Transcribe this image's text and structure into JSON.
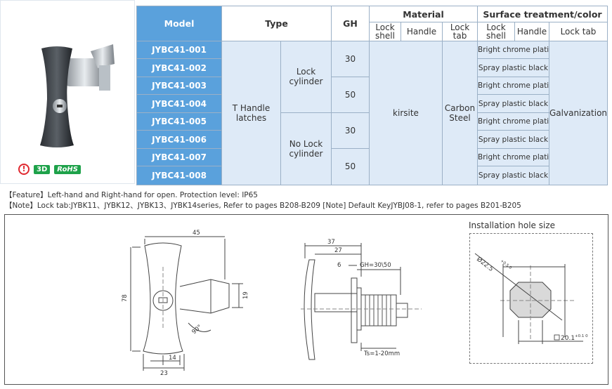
{
  "badges": {
    "warning": "!",
    "three_d": "3D",
    "rohs": "RoHS"
  },
  "table": {
    "headers": {
      "model": "Model",
      "type": "Type",
      "gh": "GH",
      "material": "Material",
      "surface": "Surface treatment/color",
      "material_sub": [
        "Lock shell",
        "Handle",
        "Lock tab"
      ],
      "surface_sub": [
        "Lock shell",
        "Handle",
        "Lock tab"
      ]
    },
    "models": [
      "JYBC41-001",
      "JYBC41-002",
      "JYBC41-003",
      "JYBC41-004",
      "JYBC41-005",
      "JYBC41-006",
      "JYBC41-007",
      "JYBC41-008"
    ],
    "type_main": "T Handle latches",
    "type_sub": [
      "Lock cylinder",
      "No Lock cylinder"
    ],
    "gh": [
      "30",
      "50",
      "30",
      "50"
    ],
    "material_shell_handle": "kirsite",
    "material_tab": "Carbon Steel",
    "finishes": [
      "Bright chrome plating",
      "Spray plastic black",
      "Bright chrome plating",
      "Spray plastic black",
      "Bright chrome plating",
      "Spray plastic black",
      "Bright chrome plating",
      "Spray plastic black"
    ],
    "lock_tab_finish": "Galvanization"
  },
  "notes": {
    "feature": "【Feature】Left-hand and Right-hand for open. Protection level: IP65",
    "note": "【Note】Lock tab:JYBK11、JYBK12、JYBK13、JYBK14series, Refer to pages B208-B209 [Note] Default KeyJYBJ08-1, refer to pages B201-B205"
  },
  "drawing": {
    "front": {
      "width": "45",
      "height": "78",
      "tab": "19",
      "angle": "90°",
      "dim_a": "14",
      "dim_b": "23"
    },
    "side": {
      "d37": "37",
      "d27": "27",
      "d6": "6",
      "gh": "GH=30\\50",
      "ts": "Ts=1-20mm"
    },
    "hole": {
      "title": "Installation hole size",
      "diameter": "Ø22.5",
      "diameter_tol": "+0.5 0",
      "flat": "20.1",
      "flat_tol": "+0.1 0"
    }
  }
}
